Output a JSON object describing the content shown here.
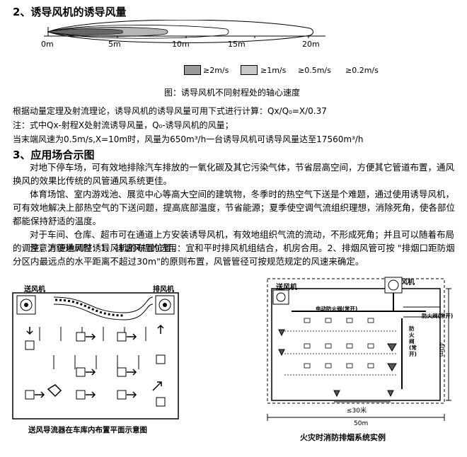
{
  "section2": {
    "title": "2、诱导风机的诱导风量"
  },
  "axis": {
    "ticks": [
      "0m",
      "5m",
      "10m",
      "15m",
      "20m"
    ]
  },
  "legend": {
    "items": [
      "≥2m/s",
      "≥1m/s",
      "≥0.5m/s",
      "≥0.2m/s"
    ]
  },
  "figure_caption": "图：诱导风机不同射程处的轴心速度",
  "lines": {
    "l1": "根据动量定理及射流理论，诱导风机的诱导风量可用下式进行计算：Qx/Q₀=X/0.37",
    "l2": "注：式中Qx-射程X处射流诱导风量，Q₀-诱导风机的风量；",
    "l3": "当末端风速为0.5m/s,X=10m时，风量为650m³/h一台诱导风机可诱导风量达至17560m³/h"
  },
  "section3": {
    "title": "3、应用场合示图"
  },
  "paragraphs": {
    "p1": "对地下停车场，可有效地排除汽车排放的一氧化碳及其它污染气体，节省层高空间，方便其它管道布置，通风换风的效果比传统的风管通风系统更佳。",
    "p2": "体育场馆、室内游戏池、展览中心等高大空间的建筑物，冬季时的热空气下送是个难题，通过使用诱导风机，可有效地解决上部热空气的下送问题，提高底部温度，节省能源；夏季使空调气流组织理想，消除死角，使各部位都能保持舒适的温度。",
    "p3": "对于车间、仓库、超市可在通道上方安装诱导风机，有效地组织气流的流动，不形成死角；并且可以随着布局的调整，方便地调整诱导风机的布置位置。",
    "p4": "注意消防通风时：1、排烟风机的选用：宜和平时排风机组结合，机房合用。2、排烟风管可按 \"排烟口距防烟分区内最远点的水平距离不超过30m\"的原则布置，风管管径可按规范规定的风速来确定。"
  },
  "diagram_left": {
    "supply_label": "送风机",
    "exhaust_label": "排风机",
    "caption": "送风导流器在车库内布置平面示意图"
  },
  "diagram_right": {
    "supply_label": "送风机",
    "exhaust_label": "排风机",
    "damper_label": "电动防火阀(常开)",
    "fire_damper_label": "防火阀(常开)",
    "vertical_damper_label": "防火阀(常开)",
    "dim_width": "50m",
    "dim_height": "40m",
    "dim_spacing": "≤30米",
    "caption": "火灾时消防排烟系统实例"
  }
}
